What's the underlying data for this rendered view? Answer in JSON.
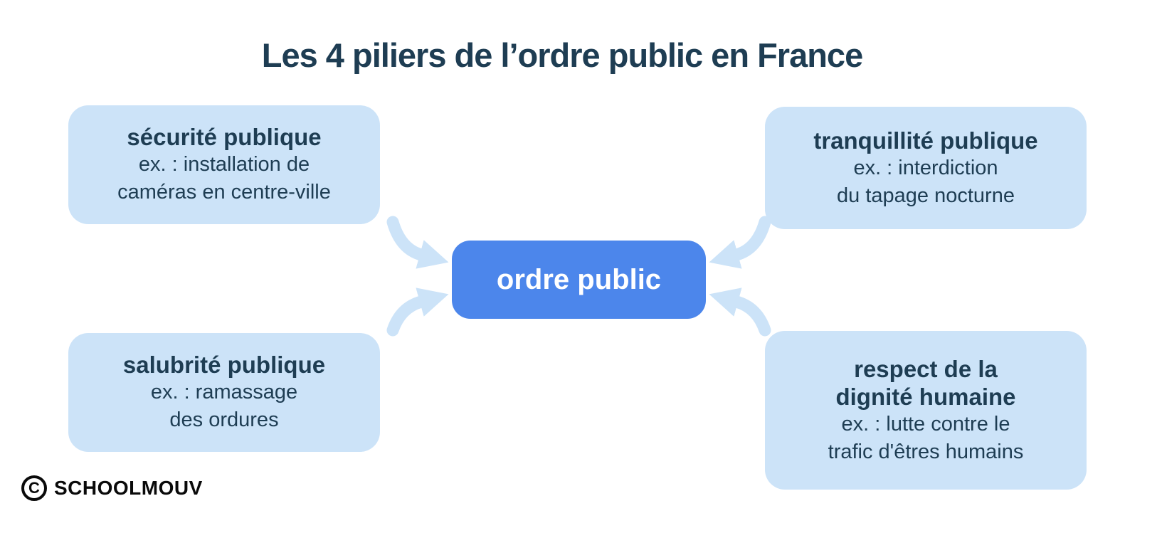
{
  "title": "Les 4 piliers de l’ordre public en France",
  "center": {
    "label": "ordre public"
  },
  "pillars": [
    {
      "position": "top-left",
      "title_line1": "sécurité publique",
      "title_line2": "",
      "ex_line1": "ex. : installation de",
      "ex_line2": "caméras en centre-ville"
    },
    {
      "position": "top-right",
      "title_line1": "tranquillité publique",
      "title_line2": "",
      "ex_line1": "ex. : interdiction",
      "ex_line2": "du tapage nocturne"
    },
    {
      "position": "bottom-left",
      "title_line1": "salubrité publique",
      "title_line2": "",
      "ex_line1": "ex. : ramassage",
      "ex_line2": "des ordures"
    },
    {
      "position": "bottom-right",
      "title_line1": "respect de la",
      "title_line2": "dignité humaine",
      "ex_line1": "ex. : lutte contre le",
      "ex_line2": "trafic d'êtres humains"
    }
  ],
  "footer": {
    "copyright_symbol": "C",
    "logo_text": "SCHOOLMOUV"
  },
  "colors": {
    "box_fill": "#cce3f8",
    "center_fill": "#4c86eb",
    "text_dark": "#1e3d53",
    "center_text": "#ffffff",
    "arrow": "#cce3f8",
    "logo_black": "#0a0a0a"
  }
}
